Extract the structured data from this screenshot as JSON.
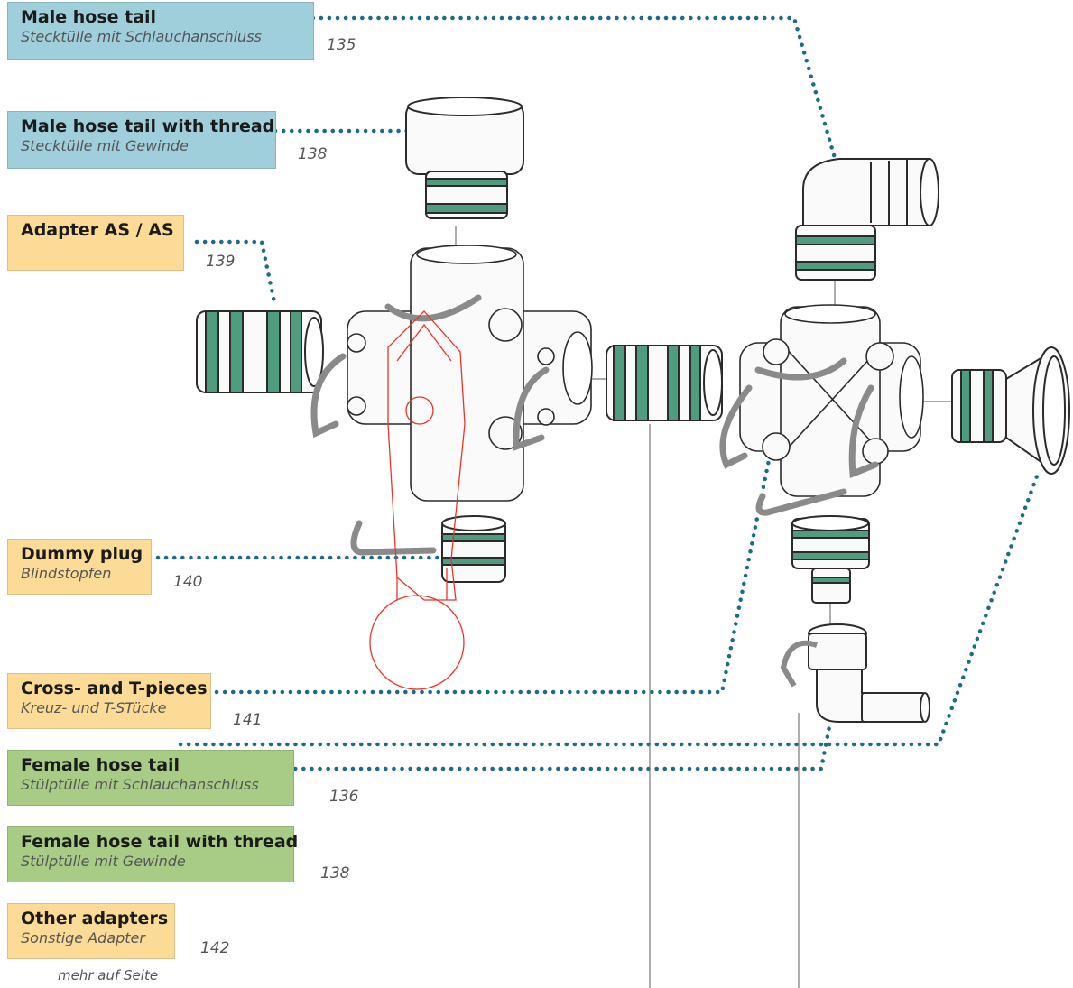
{
  "colors": {
    "male": "#9ecfdb",
    "adapter": "#fcdb96",
    "female": "#a8cc86",
    "leader": "#1b6d86",
    "seal": "#4f9c7f",
    "lever": "#e8352a",
    "outline": "#2b2b2b",
    "clip": "#8a8a8a"
  },
  "labels": [
    {
      "id": "male-hose-tail",
      "type": "male",
      "en": "Male hose tail",
      "de": "Stecktülle mit Schlauchanschluss",
      "page": "135"
    },
    {
      "id": "male-hose-tail-thread",
      "type": "male",
      "en": "Male hose tail with thread",
      "de": "Stecktülle mit Gewinde",
      "page": "138"
    },
    {
      "id": "adapter-as-as",
      "type": "adapter",
      "en": "Adapter AS / AS",
      "de": "",
      "page": "139"
    },
    {
      "id": "dummy-plug",
      "type": "adapter",
      "en": "Dummy plug",
      "de": "Blindstopfen",
      "page": "140"
    },
    {
      "id": "cross-t-pieces",
      "type": "adapter",
      "en": "Cross- and T-pieces",
      "de": "Kreuz- und T-STücke",
      "page": "141"
    },
    {
      "id": "female-hose-tail",
      "type": "female",
      "en": "Female hose tail",
      "de": "Stülptülle mit Schlauchanschluss",
      "page": "136"
    },
    {
      "id": "female-hose-tail-thread",
      "type": "female",
      "en": "Female hose tail with thread",
      "de": "Stülptülle mit Gewinde",
      "page": "138"
    },
    {
      "id": "other-adapters",
      "type": "adapter",
      "en": "Other adapters",
      "de": "Sonstige Adapter",
      "page": "142"
    }
  ],
  "footnote": "mehr auf Seite"
}
